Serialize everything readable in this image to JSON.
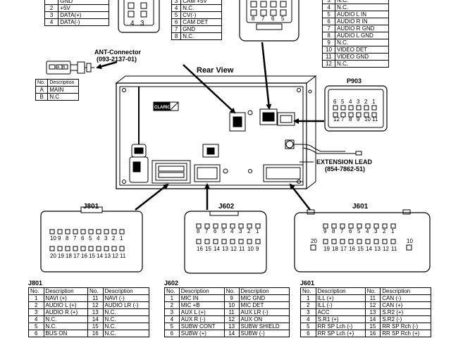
{
  "labels": {
    "ant_connector": "ANT-Connector",
    "ant_part": "(093-2137-01)",
    "rear_view": "Rear View",
    "p903": "P903",
    "extension_lead": "EXTENSION LEAD",
    "extension_part": "(854-7862-51)",
    "j801": "J801",
    "j602": "J602",
    "j601": "J601",
    "chassis_logo": "CLARION"
  },
  "headers": {
    "no": "No.",
    "desc": "Description"
  },
  "connectors": {
    "j801": {
      "top": [
        "10",
        "9",
        "8",
        "7",
        "6",
        "5",
        "4",
        "3",
        "2",
        "1"
      ],
      "bottom": [
        "20",
        "19",
        "18",
        "17",
        "16",
        "15",
        "14",
        "13",
        "12",
        "11"
      ]
    },
    "j602": {
      "top": [
        "8",
        "7",
        "6",
        "5",
        "4",
        "3",
        "2",
        "1"
      ],
      "bottom": [
        "16",
        "15",
        "14",
        "13",
        "12",
        "11",
        "10",
        "9"
      ]
    },
    "j601": {
      "left": "20",
      "right": "10",
      "top": [
        "9",
        "8",
        "7",
        "6",
        "5",
        "4",
        "3",
        "2",
        "1"
      ],
      "bottom": [
        "19",
        "18",
        "17",
        "16",
        "15",
        "14",
        "13",
        "12",
        "11"
      ]
    },
    "p903": {
      "top": [
        "6",
        "5",
        "4",
        "3",
        "2",
        "1"
      ],
      "bottom": [
        "12",
        "7",
        "8",
        "9",
        "10",
        "11"
      ]
    },
    "cam_plug": {
      "a": "4",
      "b": "3"
    },
    "video_plug": [
      "8",
      "7",
      "6",
      "5"
    ],
    "ant_marks": [
      "A",
      "B"
    ]
  },
  "tables": {
    "top_left": [
      [
        "",
        "GND"
      ],
      [
        "2",
        "+5V"
      ],
      [
        "3",
        "DATA(+)"
      ],
      [
        "4",
        "DATA(-)"
      ]
    ],
    "cam": [
      [
        "3",
        "CAM +5V"
      ],
      [
        "4",
        "N.C."
      ],
      [
        "5",
        "CV(-)"
      ],
      [
        "6",
        "CAM DET"
      ],
      [
        "7",
        "GND"
      ],
      [
        "8",
        "N.C."
      ]
    ],
    "video": [
      [
        "3",
        "N.C."
      ],
      [
        "4",
        "N.C."
      ],
      [
        "5",
        "AUDIO L IN"
      ],
      [
        "6",
        "AUDIO R IN"
      ],
      [
        "7",
        "AUDIO R GND"
      ],
      [
        "8",
        "AUDIO L GND"
      ],
      [
        "9",
        "N.C."
      ],
      [
        "10",
        "VIDEO DET"
      ],
      [
        "11",
        "VIDEO GND"
      ],
      [
        "12",
        "N.C."
      ]
    ],
    "ant": [
      [
        "A",
        "MAIN"
      ],
      [
        "B",
        "N.C"
      ]
    ],
    "j801": [
      [
        "1",
        "NAVI (+)",
        "11",
        "NAVI (-)"
      ],
      [
        "2",
        "AUDIO L (+)",
        "12",
        "AUDIO LR (-)"
      ],
      [
        "3",
        "AUDIO R (+)",
        "13",
        "N.C."
      ],
      [
        "4",
        "N.C.",
        "14",
        "N.C."
      ],
      [
        "5",
        "N.C.",
        "15",
        "N.C."
      ],
      [
        "6",
        "BUS ON",
        "16",
        "N.C."
      ]
    ],
    "j602": [
      [
        "1",
        "MIC IN",
        "9",
        "MIC GND"
      ],
      [
        "2",
        "MIC +B",
        "10",
        "MIC DET"
      ],
      [
        "3",
        "AUX L (+)",
        "11",
        "AUX LR (-)"
      ],
      [
        "4",
        "AUX R (-)",
        "12",
        "AUX ON"
      ],
      [
        "5",
        "SUBW CONT",
        "13",
        "SUBW SHIELD"
      ],
      [
        "6",
        "SUBW (+)",
        "14",
        "SUBW (-)"
      ]
    ],
    "j601": [
      [
        "1",
        "ILL (+)",
        "11",
        "CAN (-)"
      ],
      [
        "2",
        "ILL (-)",
        "12",
        "CAN (+)"
      ],
      [
        "3",
        "ACC",
        "13",
        "S.R2 (+)"
      ],
      [
        "4",
        "S.R1 (+)",
        "14",
        "S.R2 (-)"
      ],
      [
        "5",
        "RR SP Lch (-)",
        "15",
        "RR SP Rch (-)"
      ],
      [
        "6",
        "RR SP Lch (+)",
        "16",
        "RR SP Rch (+)"
      ]
    ]
  }
}
